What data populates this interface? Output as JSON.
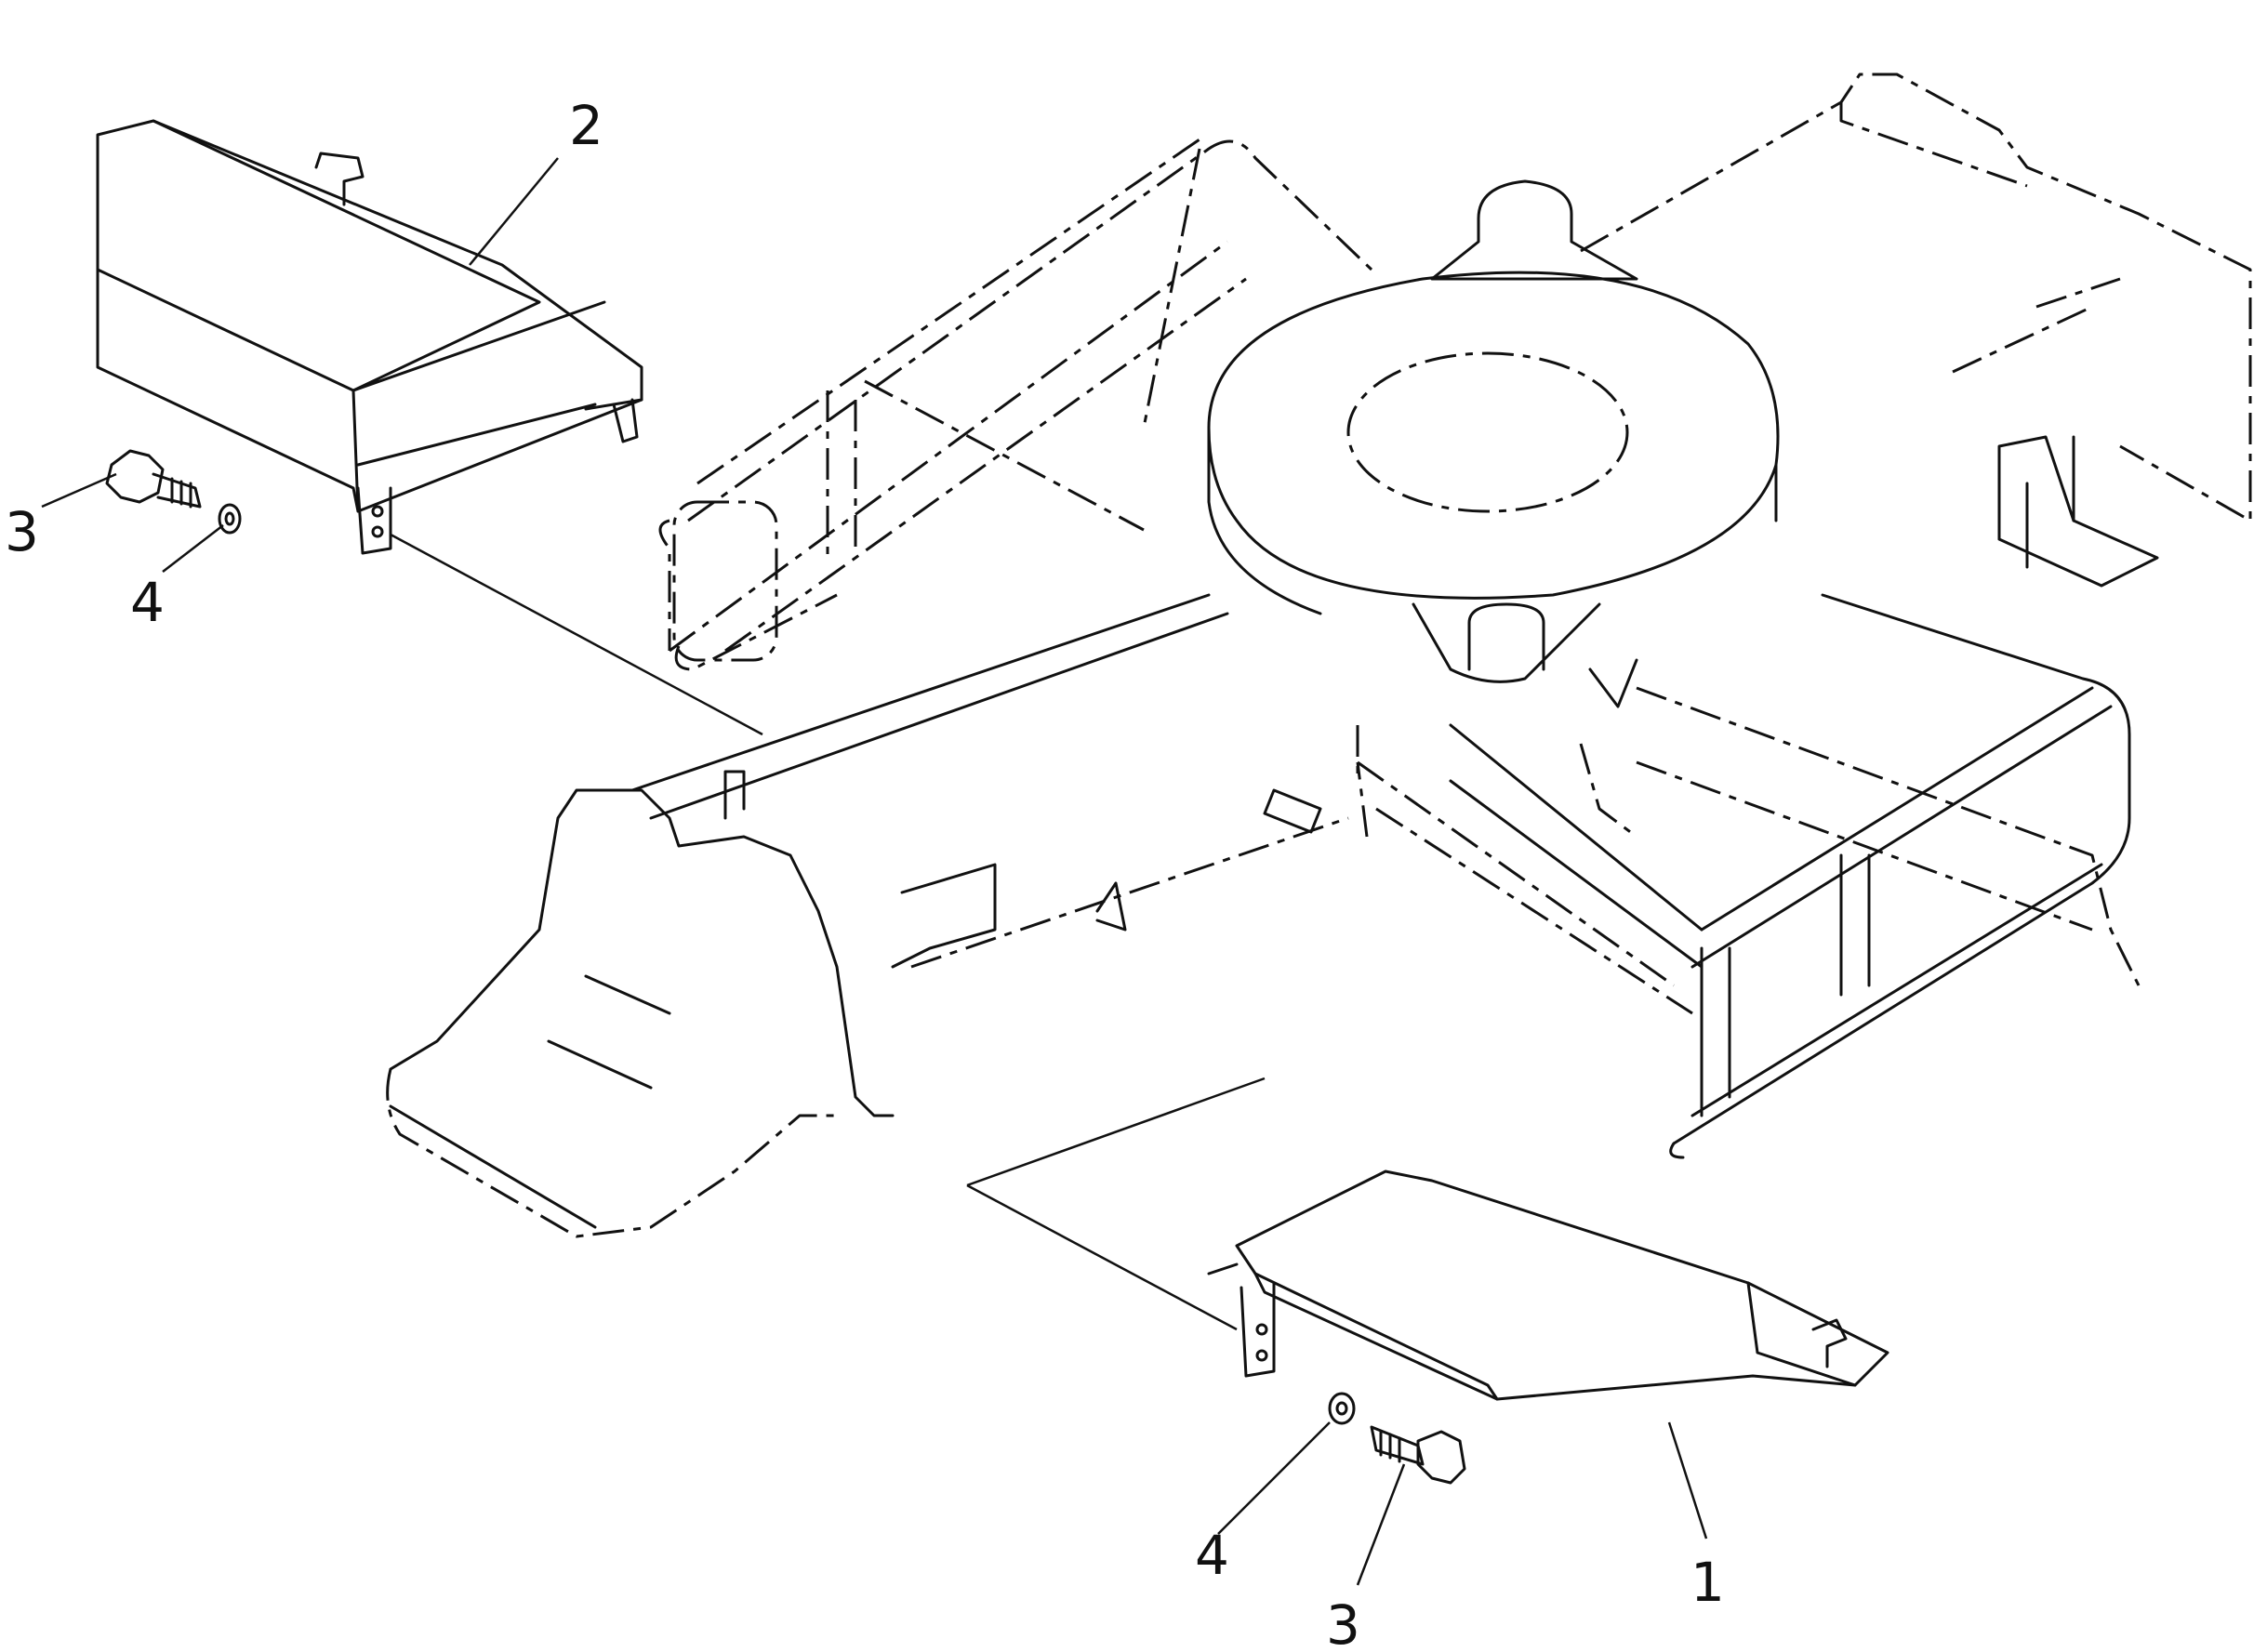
{
  "callouts": [
    {
      "id": "1",
      "label": "1",
      "part": "guard-right"
    },
    {
      "id": "2",
      "label": "2",
      "part": "guard-left"
    },
    {
      "id": "3a",
      "label": "3",
      "part": "bolt-left"
    },
    {
      "id": "3b",
      "label": "3",
      "part": "bolt-right"
    },
    {
      "id": "4a",
      "label": "4",
      "part": "washer-left"
    },
    {
      "id": "4b",
      "label": "4",
      "part": "washer-right"
    }
  ],
  "colors": {
    "line": "#111111",
    "background": "#ffffff"
  }
}
